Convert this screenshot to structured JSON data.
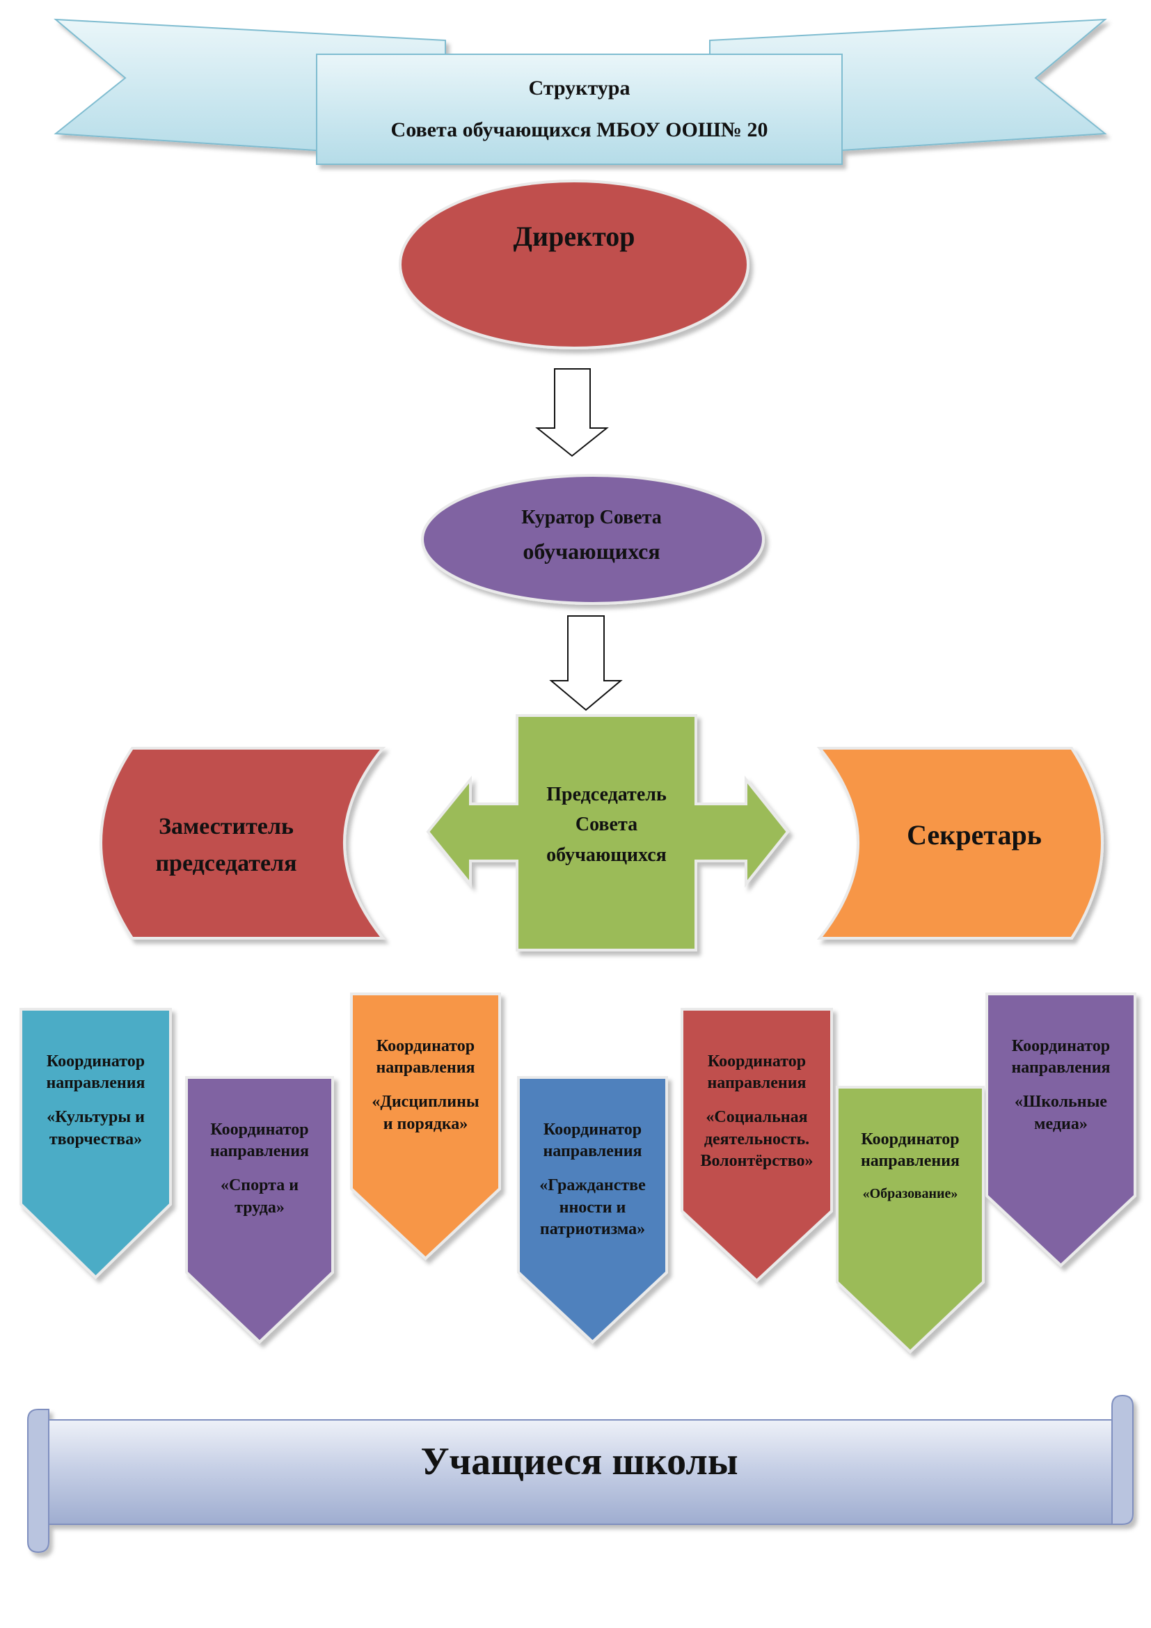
{
  "title": {
    "line1": "Структура",
    "line2": "Совета обучающихся МБОУ ООШ№ 20"
  },
  "director": "Директор",
  "curator": {
    "line1": "Куратор Совета",
    "line2": "обучающихся"
  },
  "chairman": {
    "line1": "Председатель",
    "line2": "Совета",
    "line3": "обучающихся"
  },
  "deputy": {
    "line1": "Заместитель",
    "line2": "председателя"
  },
  "secretary": "Секретарь",
  "coordinators": [
    {
      "line1": "Координатор",
      "line2": "направления",
      "area1": "«Культуры и",
      "area2": "творчества»",
      "color": "#4bacc6"
    },
    {
      "line1": "Координатор",
      "line2": "направления",
      "area1": "«Спорта и",
      "area2": "труда»",
      "color": "#8064a2"
    },
    {
      "line1": "Координатор",
      "line2": "направления",
      "area1": "«Дисциплины",
      "area2": "и порядка»",
      "color": "#f79646"
    },
    {
      "line1": "Координатор",
      "line2": "направления",
      "area1": "«Гражданстве",
      "area2": "нности и",
      "area3": "патриотизма»",
      "color": "#4f81bd"
    },
    {
      "line1": "Координатор",
      "line2": "направления",
      "area1": "«Социальная",
      "area2": "деятельность.",
      "area3": "Волонтёрство»",
      "color": "#c0504d"
    },
    {
      "line1": "Координатор",
      "line2": "направления",
      "area1": "«Образование»",
      "color": "#9bbb59"
    },
    {
      "line1": "Координатор",
      "line2": "направления",
      "area1": "«Школьные",
      "area2": "медиа»",
      "color": "#8064a2"
    }
  ],
  "students": "Учащиеся школы",
  "colors": {
    "director": "#c0504d",
    "curator": "#8064a2",
    "chairman": "#9bbb59",
    "deputy": "#c0504d",
    "secretary": "#f79646",
    "banner": "#daeef3"
  }
}
